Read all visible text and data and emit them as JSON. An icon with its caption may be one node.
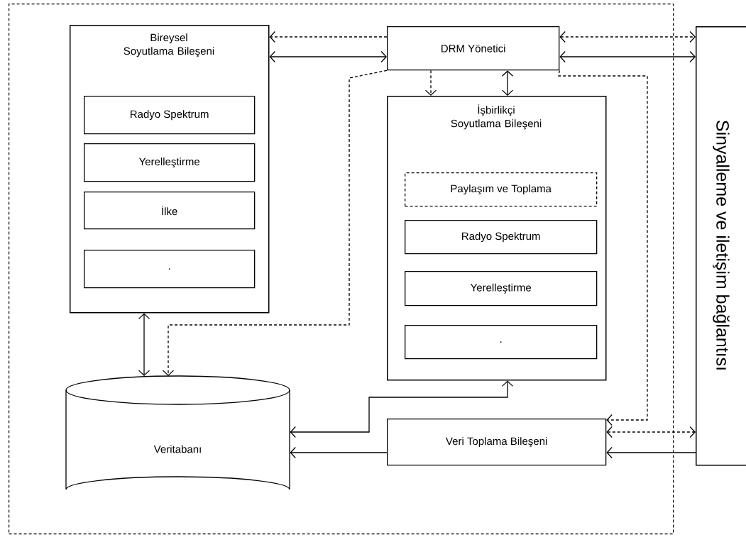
{
  "diagram": {
    "nodes": [
      {
        "text": [],
        "shape": "box"
      },
      {
        "text": [
          "Bireysel Soyutlama Bileşeni"
        ],
        "in": 0
      },
      {
        "text": [
          "Radyo Spektrum"
        ],
        "in": 1
      },
      {
        "text": [
          "Yerelleştirme"
        ],
        "in": 1
      },
      {
        "text": [
          "İlke"
        ],
        "in": 1
      },
      {
        "text": [
          "."
        ],
        "in": 1
      },
      {
        "text": [
          "DRM Yönetici"
        ],
        "in": 0
      },
      {
        "text": [
          "İşbirlikçi Soyutlama Bileşeni"
        ],
        "in": 0
      },
      {
        "text": [
          "Paylaşım ve Toplama"
        ],
        "in": 7
      },
      {
        "text": [
          "Radyo Spektrum"
        ],
        "in": 7
      },
      {
        "text": [
          "Yerelleştirme"
        ],
        "in": 7
      },
      {
        "text": [
          "."
        ],
        "in": 7
      },
      {
        "text": [
          "Veritabanı"
        ],
        "in": 0
      },
      {
        "text": [
          "Veri Toplama Bileşeni"
        ],
        "in": 0
      },
      {
        "text": [
          "Sinyalleme ve iletişim bağlantısı"
        ]
      }
    ],
    "edges": [
      {
        "from": 6,
        "to": 1,
        "arrow": "to",
        "style": "dashed"
      },
      {
        "from": 1,
        "to": 6,
        "arrow": "both"
      },
      {
        "from": 6,
        "to": 12,
        "arrow": "to",
        "style": "dashed"
      },
      {
        "from": 6,
        "to": 7,
        "arrow": "to",
        "style": "dashed"
      },
      {
        "from": 6,
        "to": 7,
        "arrow": "both"
      },
      {
        "from": 6,
        "to": 14,
        "arrow": "both",
        "style": "dashed"
      },
      {
        "from": 6,
        "to": 14,
        "arrow": "both"
      },
      {
        "from": 6,
        "to": 13,
        "arrow": "to",
        "style": "dashed"
      },
      {
        "from": 1,
        "to": 12,
        "arrow": "both"
      },
      {
        "from": 13,
        "to": 14,
        "arrow": "both",
        "style": "dashed"
      },
      {
        "from": 14,
        "to": 13,
        "arrow": "to"
      },
      {
        "from": 13,
        "to": 12,
        "arrow": "to"
      },
      {
        "from": 12,
        "to": 7,
        "arrow": "both"
      }
    ]
  }
}
